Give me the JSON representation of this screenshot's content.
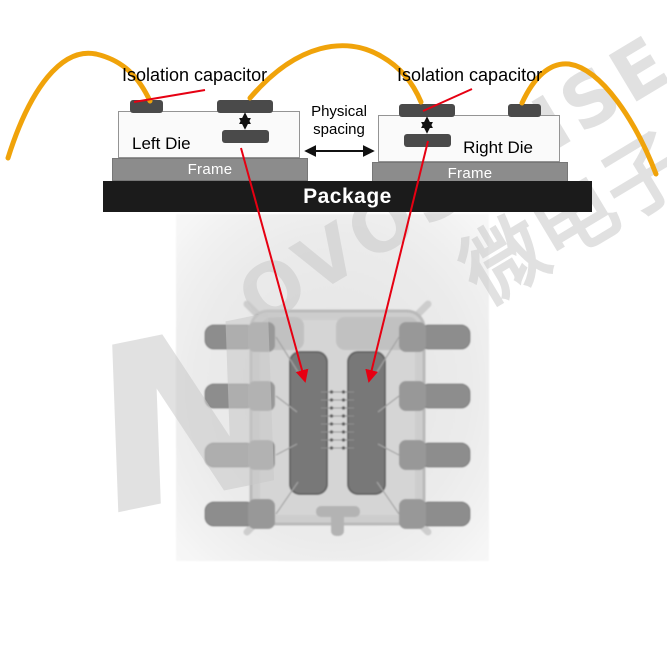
{
  "schematic": {
    "isolation_capacitor_left": "Isolation capacitor",
    "isolation_capacitor_right": "Isolation capacitor",
    "physical_spacing_line1": "Physical",
    "physical_spacing_line2": "spacing",
    "left_die": "Left Die",
    "right_die": "Right Die",
    "frame_left": "Frame",
    "frame_right": "Frame",
    "package": "Package"
  },
  "colors": {
    "bond_wire": "#F0A30A",
    "annotation_red": "#E60012",
    "package": "#1B1B1B",
    "frame": "#8C8C8C",
    "die_fill": "#FAFAFA",
    "capacitor_plate": "#4A4A4A"
  },
  "watermark": {
    "logo_letter": "N",
    "brand": "OVOSENSE",
    "brand_cn": "微电子"
  }
}
